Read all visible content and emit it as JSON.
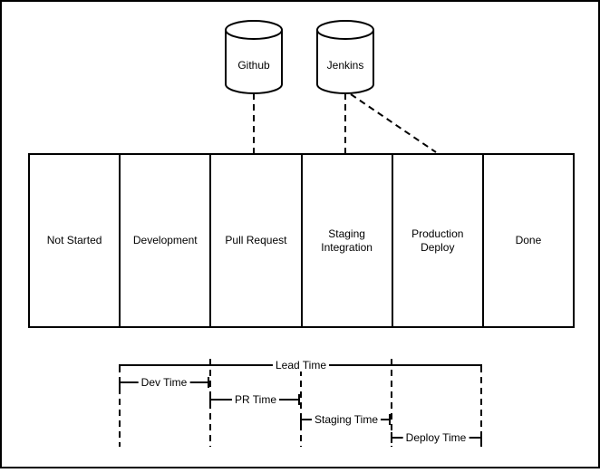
{
  "datastores": [
    {
      "label": "Github"
    },
    {
      "label": "Jenkins"
    }
  ],
  "board": {
    "columns": [
      {
        "label": "Not Started"
      },
      {
        "label": "Development"
      },
      {
        "label": "Pull Request"
      },
      {
        "label": "Staging Integration"
      },
      {
        "label": "Production Deploy"
      },
      {
        "label": "Done"
      }
    ]
  },
  "timings": {
    "lead": {
      "label": "Lead Time"
    },
    "dev": {
      "label": "Dev Time"
    },
    "pr": {
      "label": "PR Time"
    },
    "staging": {
      "label": "Staging Time"
    },
    "deploy": {
      "label": "Deploy Time"
    }
  },
  "colors": {
    "line": "#000000",
    "background": "#ffffff"
  }
}
